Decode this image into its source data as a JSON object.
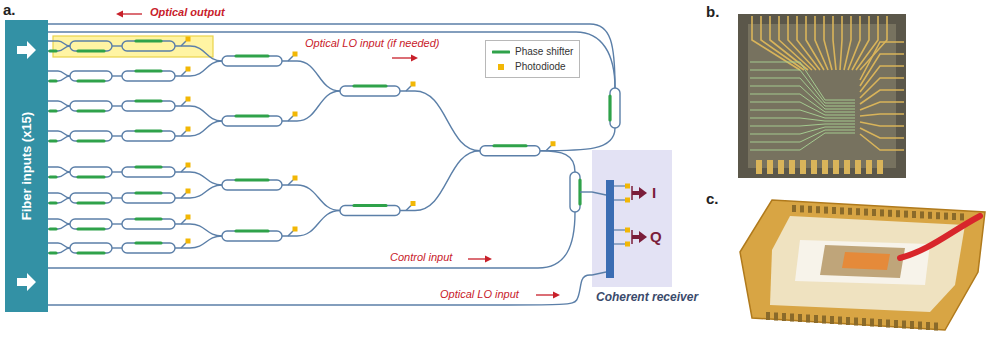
{
  "diagram": {
    "nodes": [
      {
        "text": [
          "Fiber inputs (x15)"
        ]
      },
      {
        "text": [
          "I",
          "Q",
          "Coherent receiver"
        ]
      }
    ],
    "edges": [
      {
        "from": 0,
        "to": 1,
        "arrow": "none"
      }
    ],
    "labels": [
      "a.",
      "Optical output",
      "Optical LO input (if needed)",
      "Control input",
      "Optical LO input",
      "b.",
      "c."
    ],
    "legend": [
      {
        "text": "Phase shifter"
      },
      {
        "text": "Photodiode",
        "color": "#f2b705"
      }
    ]
  }
}
